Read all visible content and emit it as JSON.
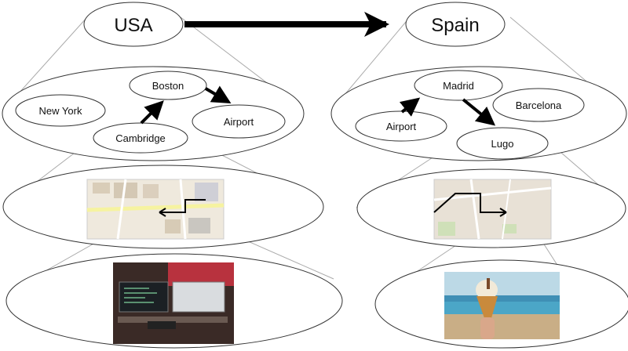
{
  "left": {
    "country": "USA",
    "cities": {
      "new_york": "New York",
      "boston": "Boston",
      "airport": "Airport",
      "cambridge": "Cambridge"
    }
  },
  "right": {
    "country": "Spain",
    "cities": {
      "madrid": "Madrid",
      "barcelona": "Barcelona",
      "airport": "Airport",
      "lugo": "Lugo"
    }
  },
  "images": {
    "left_map": "map-tile",
    "right_map": "map-tile",
    "left_photo": "workstation-photo",
    "right_photo": "ice-cream-photo"
  },
  "colors": {
    "line": "#333333",
    "cone": "#aaaaaa",
    "arrow": "#000000"
  }
}
